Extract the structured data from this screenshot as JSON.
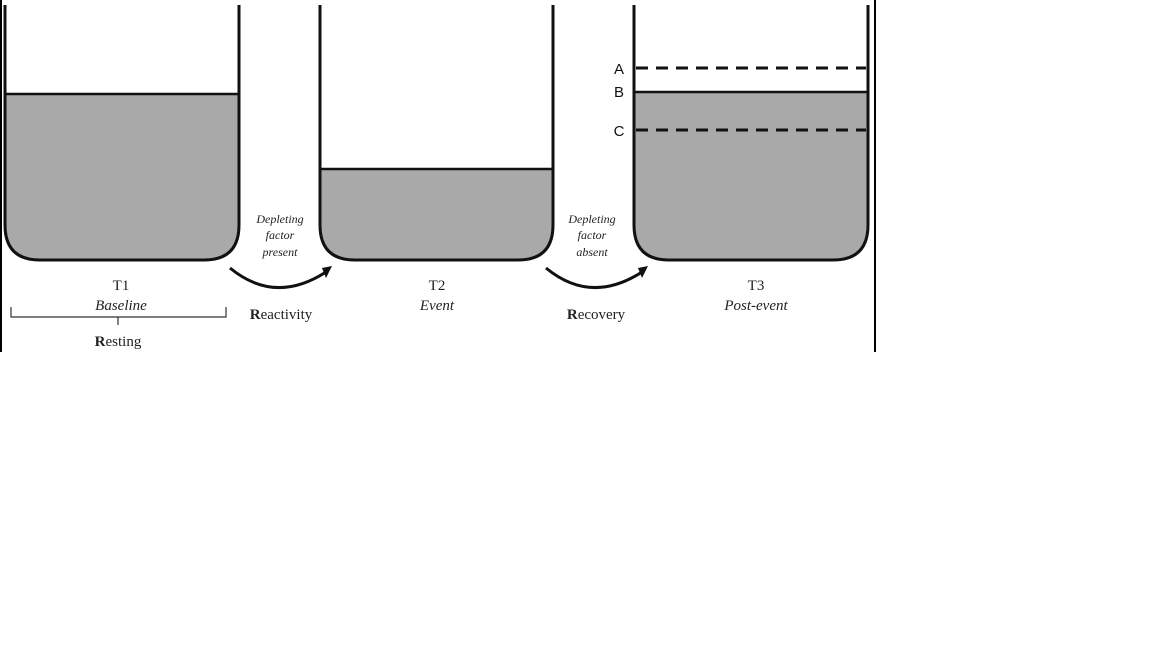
{
  "colors": {
    "fill": "#a9a9a9",
    "stroke": "#111111"
  },
  "stages": [
    {
      "id": "T1",
      "label": "T1",
      "sublabel": "Baseline",
      "level": 0.65
    },
    {
      "id": "T2",
      "label": "T2",
      "sublabel": "Event",
      "level": 0.36
    },
    {
      "id": "T3",
      "label": "T3",
      "sublabel": "Post-event",
      "level": 0.66
    }
  ],
  "transitions": [
    {
      "lines": [
        "Depleting",
        "factor",
        "present"
      ],
      "label_bold": "R",
      "label_rest": "eactivity"
    },
    {
      "lines": [
        "Depleting",
        "factor",
        "absent"
      ],
      "label_bold": "R",
      "label_rest": "ecovery"
    }
  ],
  "resting": {
    "bold": "R",
    "rest": "esting"
  },
  "markers": {
    "a": "A",
    "b": "B",
    "c": "C"
  }
}
